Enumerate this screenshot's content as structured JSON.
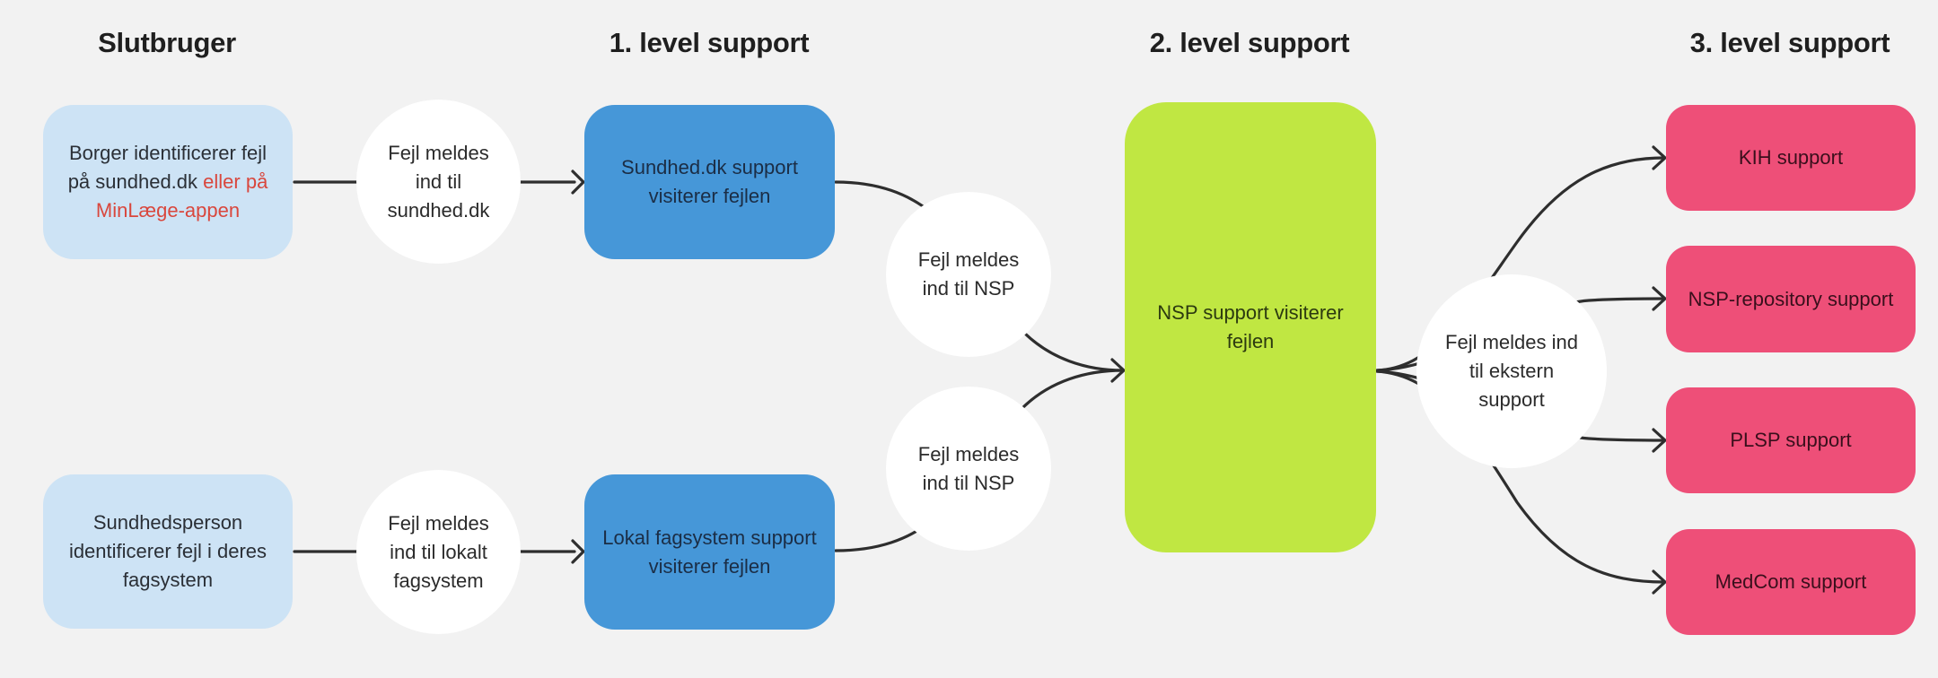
{
  "columns": [
    {
      "title": "Slutbruger"
    },
    {
      "title": "1. level support"
    },
    {
      "title": "2. level support"
    },
    {
      "title": "3. level support"
    }
  ],
  "slutbruger": {
    "borger": {
      "text_plain": "Borger identificerer fejl på sundhed.dk",
      "text_highlight": "eller på MinLæge-appen"
    },
    "sundhedsperson": {
      "text": "Sundhedsperson identificerer fejl i deres fagsystem"
    }
  },
  "report_steps": {
    "to_sundhed": "Fejl meldes ind til sundhed.dk",
    "to_lokalt": "Fejl meldes ind til lokalt fagsystem",
    "to_nsp_top": "Fejl meldes ind til NSP",
    "to_nsp_bottom": "Fejl meldes ind til NSP",
    "to_ekstern": "Fejl meldes ind til ekstern support"
  },
  "level1": {
    "sundhed_support": "Sundhed.dk support visiterer fejlen",
    "lokal_support": "Lokal fagsystem support visiterer fejlen"
  },
  "level2": {
    "nsp_support": "NSP support visiterer fejlen"
  },
  "level3": {
    "items": [
      "KIH support",
      "NSP-repository support",
      "PLSP support",
      "MedCom support"
    ]
  },
  "colors": {
    "background": "#f2f2f2",
    "slutbruger_box": "#cde3f5",
    "level1_box": "#4697d8",
    "level2_box": "#c0e742",
    "level3_box": "#ee4f78",
    "highlight_text": "#d9473d"
  }
}
